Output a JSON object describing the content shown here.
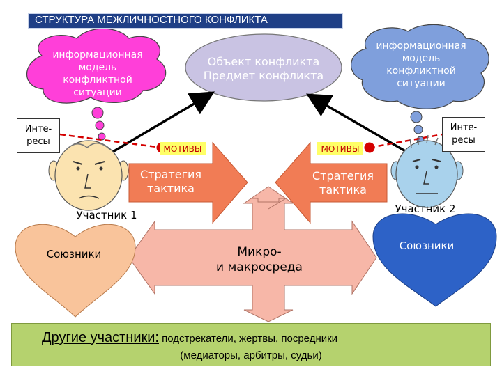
{
  "title": "СТРУКТУРА МЕЖЛИЧНОСТНОГО КОНФЛИКТА",
  "cloud_left": [
    "информационная",
    "модель",
    "конфликтной",
    "ситуации"
  ],
  "cloud_center": [
    "Объект конфликта",
    "Предмет конфликта"
  ],
  "cloud_right": [
    "информационная",
    "модель",
    "конфликтной",
    "ситуации"
  ],
  "interests_left": [
    "Инте-",
    "ресы"
  ],
  "interests_right": [
    "Инте-",
    "ресы"
  ],
  "motives_left": "МОТИВЫ",
  "motives_right": "МОТИВЫ",
  "strategy_left": [
    "Стратегия",
    "тактика"
  ],
  "strategy_right": [
    "Стратегия",
    "тактика"
  ],
  "participant_1": "Участник 1",
  "participant_2": "Участник 2",
  "allies_left": "Союзники",
  "allies_right": "Союзники",
  "environment": [
    "Микро-",
    "и макросреда"
  ],
  "footer": {
    "title": "Другие участники:",
    "line1_rest": " подстрекатели, жертвы, посредники",
    "line2": "(медиаторы, арбитры, судьи)"
  },
  "colors": {
    "title_bar": "#1f3f86",
    "cloud_left": "#ff3fd9",
    "cloud_center": "#c9c3e3",
    "cloud_right": "#7f9fdc",
    "arrows": "#f17c55",
    "environment": "#f7b7a8",
    "heart_left": "#f9c49b",
    "heart_right": "#2d62c7",
    "footer": "#b5d26e",
    "dashed": "#d40000"
  }
}
